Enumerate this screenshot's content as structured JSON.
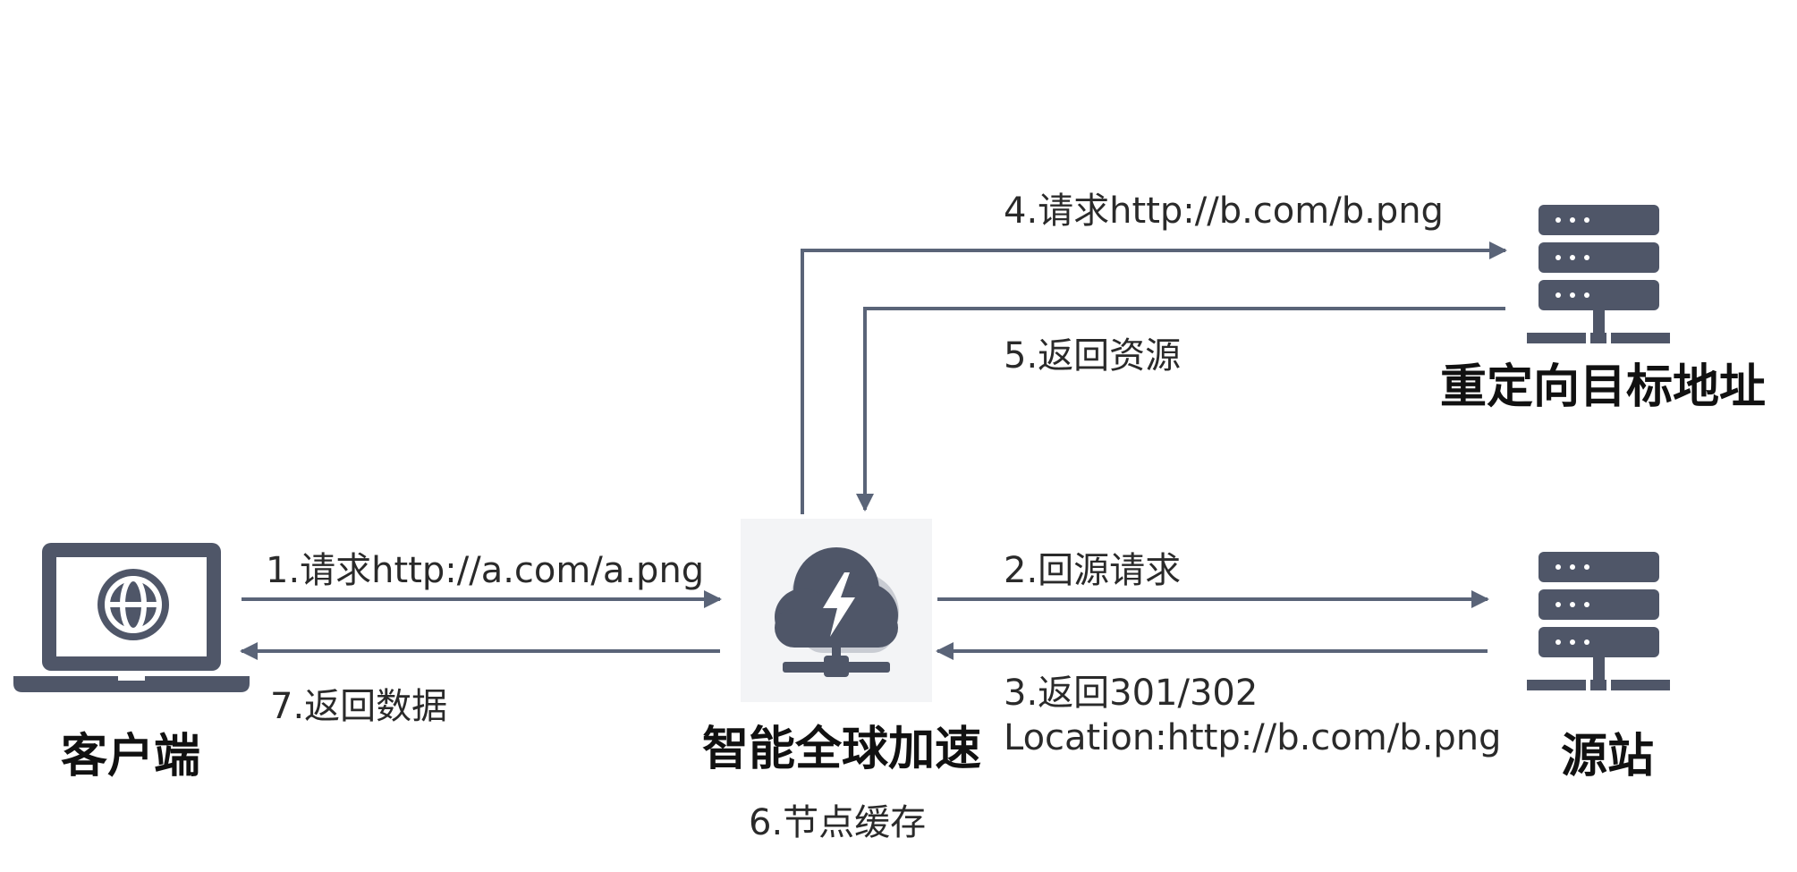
{
  "nodes": {
    "client": {
      "label": "客户端"
    },
    "accelerator": {
      "label": "智能全球加速",
      "note": "6.节点缓存"
    },
    "redirect_target": {
      "label": "重定向目标地址"
    },
    "origin": {
      "label": "源站"
    }
  },
  "steps": {
    "s1": "1.请求http://a.com/a.png",
    "s2": "2.回源请求",
    "s3_line1": "3.返回301/302",
    "s3_line2": "Location:http://b.com/b.png",
    "s4": "4.请求http://b.com/b.png",
    "s5": "5.返回资源",
    "s7": "7.返回数据"
  },
  "colors": {
    "line": "#5a6478",
    "icon": "#4f5668",
    "icon_light": "#c9ccd3",
    "tile": "#f3f4f6"
  },
  "icons": {
    "client": "laptop-globe-icon",
    "accelerator": "cloud-bolt-icon",
    "redirect_target": "server-rack-icon",
    "origin": "server-rack-icon"
  }
}
